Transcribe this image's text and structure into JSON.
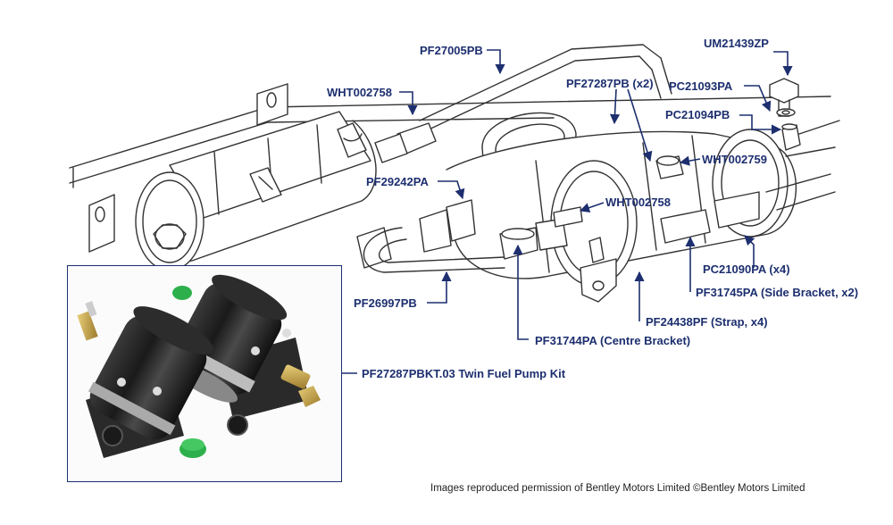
{
  "colors": {
    "label": "#1d2f6f",
    "line": "#333333",
    "leader": "#1d2f6f",
    "pump": "#1f1f1f",
    "cap": "#2db04b",
    "brass": "#c9a24a"
  },
  "labels": {
    "pf27005pb": "PF27005PB",
    "wht002758_top": "WHT002758",
    "pf27287pb": "PF27287PB (x2)",
    "um21439zp": "UM21439ZP",
    "pc21093pa": "PC21093PA",
    "pc21094pb": "PC21094PB",
    "wht002759": "WHT002759",
    "pf29242pa": "PF29242PA",
    "wht002758_mid": "WHT002758",
    "pc21090pa": "PC21090PA (x4)",
    "pf31745pa": "PF31745PA (Side Bracket, x2)",
    "pf24438pf": "PF24438PF (Strap, x4)",
    "pf31744pa": "PF31744PA (Centre Bracket)",
    "pf26997pb": "PF26997PB",
    "kit": "PF27287PBKT.03 Twin Fuel Pump Kit"
  },
  "credit": "Images reproduced permission of Bentley Motors Limited ©Bentley Motors Limited"
}
